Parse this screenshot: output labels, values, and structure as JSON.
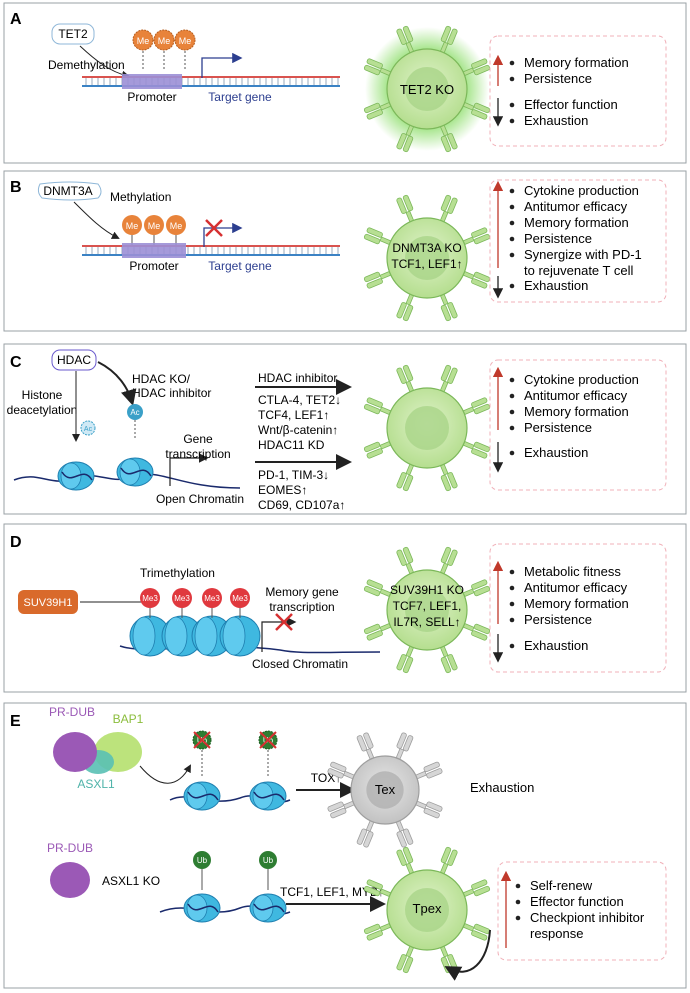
{
  "colors": {
    "panel_border": "#9aa0a6",
    "cell_green": "#c8e6a8",
    "cell_green_dark": "#8fc46a",
    "cell_nucleus": "#a9d488",
    "glow": "#7ed957",
    "nucleosome": "#3fb8e0",
    "nucleosome_dark": "#1f7fb0",
    "me_orange": "#e8833a",
    "me_red": "#e0393e",
    "ac_blue": "#3aa0c8",
    "ub_green": "#2e7d32",
    "dna_red": "#d9534f",
    "dna_blue": "#3b82c4",
    "promoter": "#9b8fd6",
    "arrow_up": "#c0392b",
    "arrow_down": "#222222",
    "box_dash": "#f0b0b8",
    "tex_grey": "#bdbdbd",
    "pr_dub_purple": "#9b59b6",
    "bap1_green": "#a3d35a",
    "asxl1_teal": "#4fb3a9",
    "suv_orange": "#d96a2b",
    "x_red": "#d63031"
  },
  "panelA": {
    "letter": "A",
    "enzyme": "TET2",
    "process": "Demethylation",
    "me_label": "Me",
    "promoter": "Promoter",
    "target": "Target gene",
    "cell_label": "TET2 KO",
    "up_items": [
      "Memory formation",
      "Persistence"
    ],
    "down_items": [
      "Effector function",
      "Exhaustion"
    ]
  },
  "panelB": {
    "letter": "B",
    "enzyme": "DNMT3A",
    "process": "Methylation",
    "me_label": "Me",
    "promoter": "Promoter",
    "target": "Target gene",
    "cell_label1": "DNMT3A KO",
    "cell_label2": "TCF1, LEF1↑",
    "up_items": [
      "Cytokine production",
      "Antitumor efficacy",
      "Memory formation",
      "Persistence",
      "Synergize with PD-1",
      "to rejuvenate T cell"
    ],
    "down_items": [
      "Exhaustion"
    ]
  },
  "panelC": {
    "letter": "C",
    "enzyme": "HDAC",
    "process": "Histone",
    "process2": "deacetylation",
    "ko_label1": "HDAC KO/",
    "ko_label2": "HDAC inhibitor",
    "ac_label": "Ac",
    "gene1": "Gene",
    "gene2": "transcription",
    "chromatin": "Open Chromatin",
    "inhib_title": "HDAC inhibitor",
    "inhib_lines": [
      "CTLA-4, TET2↓",
      "TCF4, LEF1↑",
      "Wnt/β-catenin↑"
    ],
    "kd_title": "HDAC11 KD",
    "kd_lines": [
      "PD-1, TIM-3↓",
      "EOMES↑",
      "CD69, CD107a↑"
    ],
    "up_items": [
      "Cytokine production",
      "Antitumor efficacy",
      "Memory formation",
      "Persistence"
    ],
    "down_items": [
      "Exhaustion"
    ]
  },
  "panelD": {
    "letter": "D",
    "enzyme": "SUV39H1",
    "process": "Trimethylation",
    "me3_label": "Me3",
    "mem1": "Memory gene",
    "mem2": "transcription",
    "chromatin": "Closed Chromatin",
    "cell_label1": "SUV39H1 KO",
    "cell_label2": "TCF7, LEF1,",
    "cell_label3": "IL7R,  SELL↑",
    "up_items": [
      "Metabolic fitness",
      "Antitumor efficacy",
      "Memory formation",
      "Persistence"
    ],
    "down_items": [
      "Exhaustion"
    ]
  },
  "panelE": {
    "letter": "E",
    "pr_dub": "PR-DUB",
    "bap1": "BAP1",
    "asxl1": "ASXL1",
    "ub_label": "Ub",
    "tox": "TOX↑",
    "tex": "Tex",
    "exhaustion": "Exhaustion",
    "pr_dub2": "PR-DUB",
    "asxl1_ko": "ASXL1 KO",
    "tf_line": "TCF1, LEF1, MYB↑",
    "tpex": "Tpex",
    "up_items": [
      "Self-renew",
      "Effector function",
      "Checkpiont inhibitor",
      "response"
    ]
  }
}
